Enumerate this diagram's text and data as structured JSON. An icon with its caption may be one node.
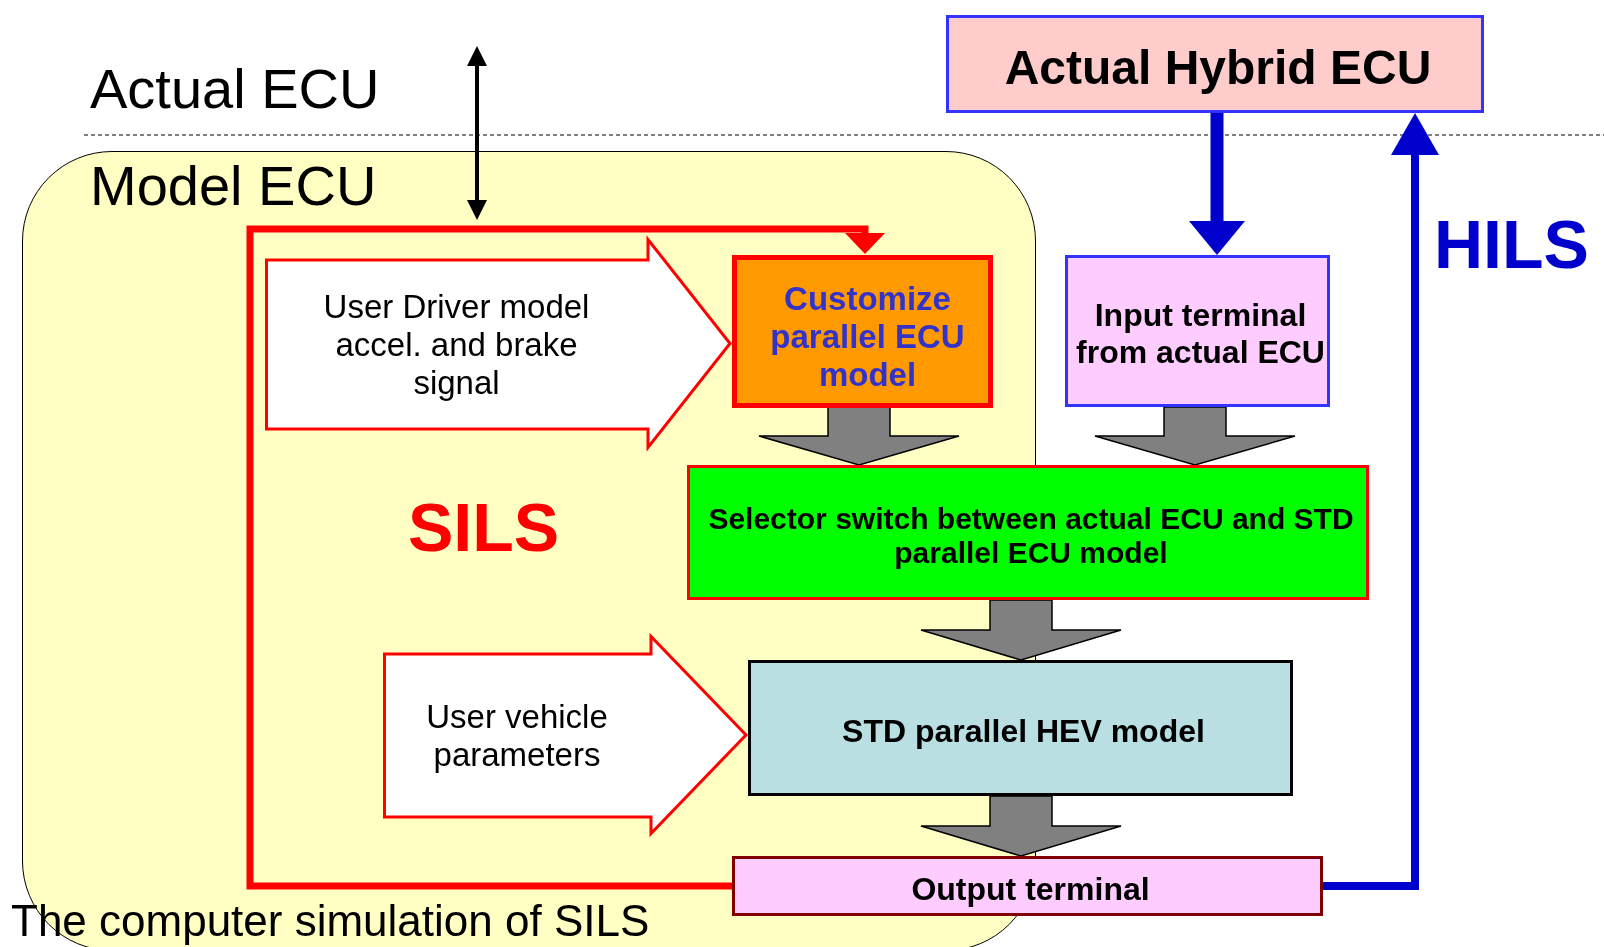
{
  "diagram": {
    "nodes": [
      {
        "text": [
          "The computer simulation of SILS"
        ]
      },
      {
        "text": [
          "Actual Hybrid ECU"
        ]
      },
      {
        "text": [
          "User Driver model accel. and brake signal"
        ],
        "in": 0
      },
      {
        "text": [
          "Customize parallel ECU model"
        ],
        "in": 0
      },
      {
        "text": [
          "Input terminal from actual ECU"
        ]
      },
      {
        "text": [
          "Selector switch between actual ECU and STD parallel ECU model"
        ]
      },
      {
        "text": [
          "User vehicle parameters"
        ],
        "in": 0
      },
      {
        "text": [
          "STD parallel HEV model"
        ]
      },
      {
        "text": [
          "Output terminal"
        ]
      }
    ],
    "edges": [
      {
        "from": 1,
        "to": 4,
        "arrow": "to",
        "color": "#0000cc"
      },
      {
        "from": 3,
        "to": 5,
        "arrow": "to",
        "style": "thick"
      },
      {
        "from": 4,
        "to": 5,
        "arrow": "to",
        "style": "thick"
      },
      {
        "from": 5,
        "to": 7,
        "arrow": "to",
        "style": "thick"
      },
      {
        "from": 7,
        "to": 8,
        "arrow": "to",
        "style": "thick"
      },
      {
        "from": 8,
        "to": 3,
        "arrow": "to",
        "color": "#ff0000"
      },
      {
        "from": 8,
        "to": 1,
        "arrow": "to",
        "color": "#0000cc"
      }
    ],
    "labels": [
      "Actual ECU",
      "Model ECU",
      "SILS",
      "HILS"
    ]
  }
}
